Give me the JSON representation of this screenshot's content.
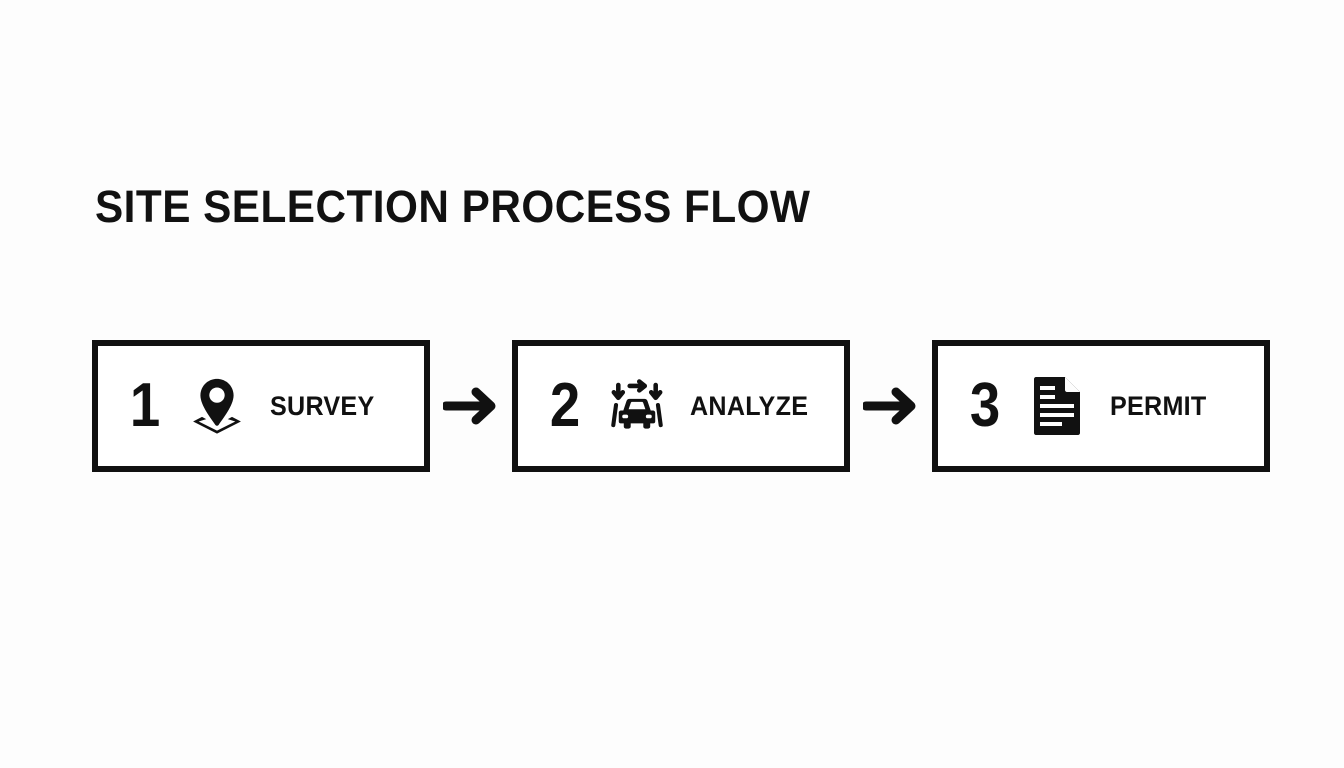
{
  "page": {
    "background_color": "#fdfdfd",
    "foreground_color": "#111111",
    "title": "SITE SELECTION PROCESS FLOW"
  },
  "flow": {
    "connector_icon": "arrow-right-icon",
    "steps": [
      {
        "number": "1",
        "icon": "map-pin-location-icon",
        "label": "SURVEY"
      },
      {
        "number": "2",
        "icon": "car-traffic-arrows-icon",
        "label": "ANALYZE"
      },
      {
        "number": "3",
        "icon": "document-file-icon",
        "label": "PERMIT"
      }
    ]
  }
}
